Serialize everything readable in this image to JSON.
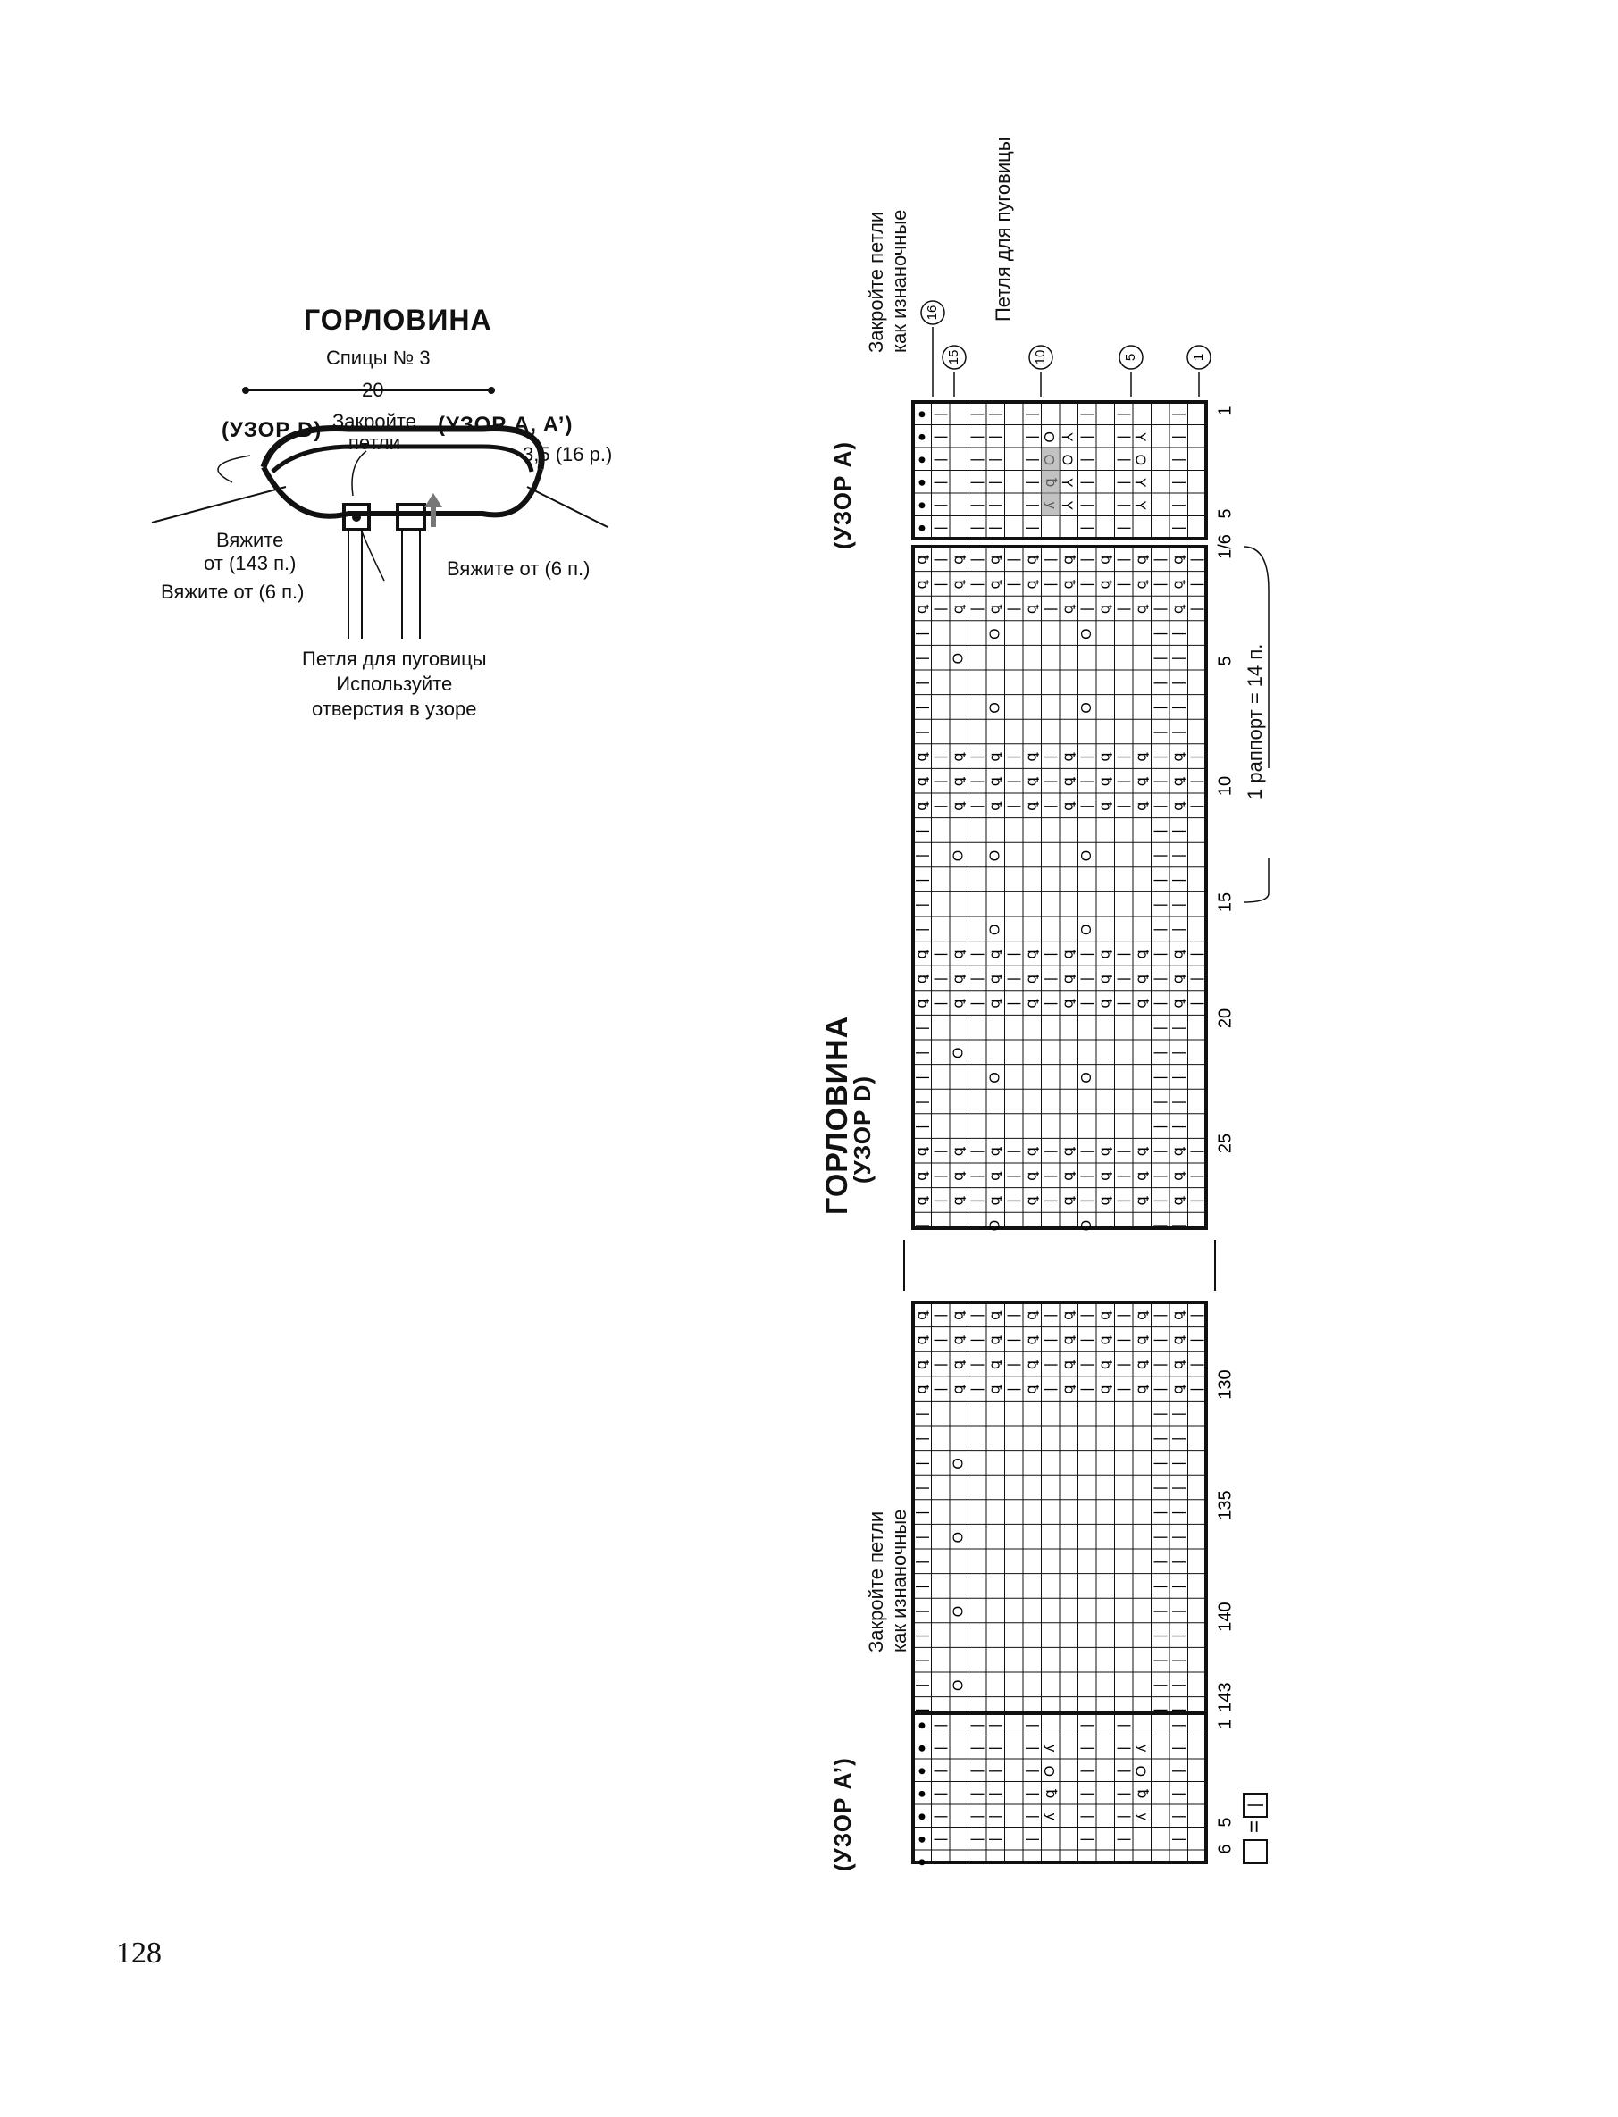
{
  "page_number": "128",
  "schematic": {
    "title": "ГОРЛОВИНА",
    "needles": "Спицы № 3",
    "width": "20",
    "pattern_d": "(УЗОР D)",
    "bind_off": "Закройте\nпетли",
    "pattern_a": "(УЗОР A, A’)",
    "height": "3,5 (16 р.)",
    "pick_up_143": "Вяжите\nот (143 п.)",
    "pick_up_6_left": "Вяжите от (6 п.)",
    "pick_up_6_right": "Вяжите от (6 п.)",
    "buttonhole_note": "Петля для пуговицы\nИспользуйте\nотверстия в узоре"
  },
  "chart": {
    "title": "ГОРЛОВИНА",
    "subtitle": "(УЗОР D)",
    "pattern_a_label": "(УЗОР A)",
    "pattern_a2_label": "(УЗОР A’)",
    "bind_off_top": "Закройте петли\nкак изнаночные",
    "bind_off_bottom": "Закройте петли\nкак изнаночные",
    "buttonhole": "Петля для пуговицы",
    "row_markers": [
      "16",
      "15",
      "10",
      "5",
      "1"
    ],
    "repeat": "1 раппорт = 14 п.",
    "top_numbers": [
      "1",
      "5",
      "1/6",
      "5",
      "10",
      "15",
      "20",
      "25"
    ],
    "bottom_numbers": [
      "130",
      "135",
      "140",
      "143",
      "1",
      "5",
      "6"
    ],
    "legend_eq": "="
  },
  "symbols": {
    "knit": "|",
    "purl_twist": "ꝗ",
    "yarn_over": "O",
    "dec_left": "ʎ",
    "dec_right": "⅄",
    "bobble": "●"
  }
}
